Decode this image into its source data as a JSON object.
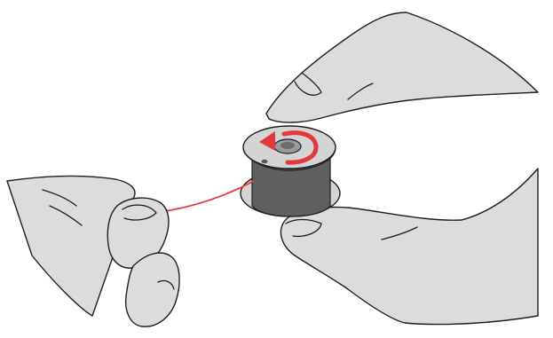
{
  "colors": {
    "background": "#ffffff",
    "skin": "#dcdcdc",
    "outline": "#1e1e1e",
    "flange": "#d4d4d4",
    "spool_core": "#5f5f5f",
    "hub": "#9a9a9a",
    "thread": "#e8393c",
    "arrow": "#e23a3c"
  },
  "scene": {
    "objects": [
      "right-hand",
      "bobbin",
      "thread",
      "left-hand"
    ],
    "bobbin_rotation": "counter-clockwise",
    "text_labels": []
  }
}
